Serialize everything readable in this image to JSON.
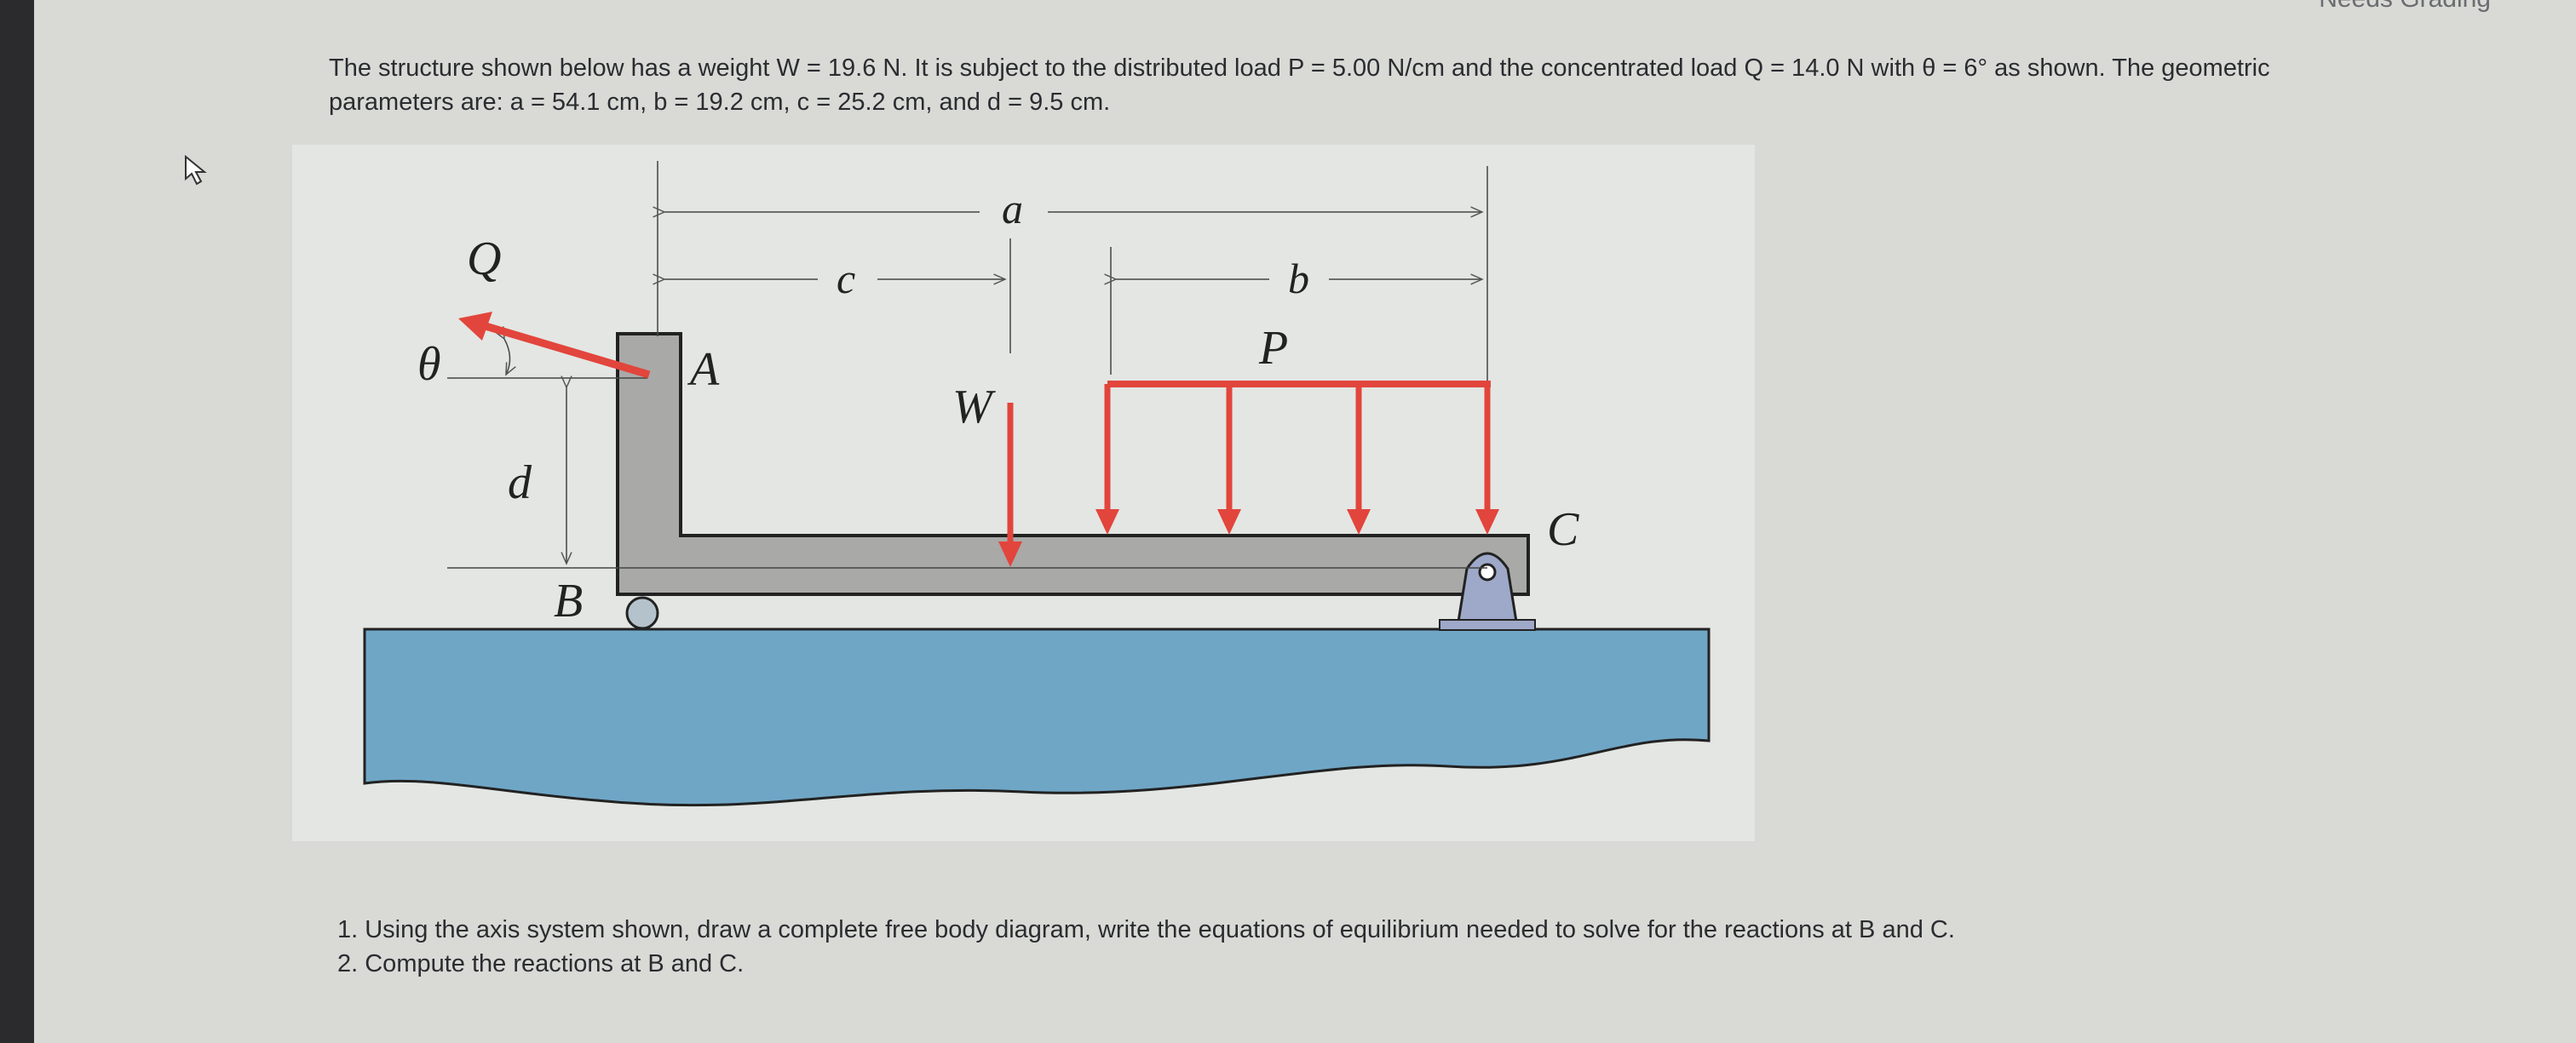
{
  "status_label": "Needs Grading",
  "problem": {
    "line1": "The structure shown below has a weight W = 19.6 N. It is subject to the distributed load P = 5.00 N/cm and the concentrated load Q = 14.0 N with θ = 6°  as shown. The geometric",
    "line2": "parameters are: a = 54.1 cm, b = 19.2 cm, c = 25.2 cm, and d = 9.5 cm."
  },
  "diagram": {
    "labels": {
      "Q": "Q",
      "theta": "θ",
      "A": "A",
      "d": "d",
      "B": "B",
      "C": "C",
      "W": "W",
      "P": "P",
      "a": "a",
      "b": "b",
      "c": "c"
    },
    "colors": {
      "force": "#e2453c",
      "beam": "#a9a9a7",
      "ground": "#6fa6c6",
      "support": "#9ea8c8"
    }
  },
  "questions": [
    "1. Using the axis system shown, draw a complete free body diagram, write the equations of equilibrium needed to solve for the reactions at B and C.",
    "2. Compute the reactions at B and C."
  ]
}
